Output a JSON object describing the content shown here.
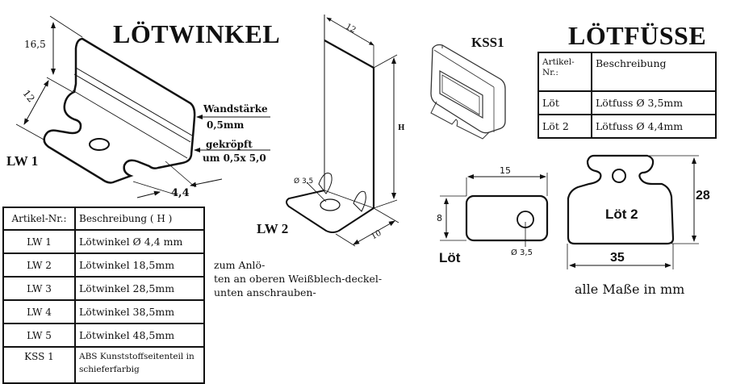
{
  "lotwinkel": {
    "title": "LÖTWINKEL",
    "lw1": {
      "label": "LW 1",
      "dim_height": "16,5",
      "dim_depth": "12",
      "dim_slot": "4,4",
      "wall_label": "Wandstärke",
      "wall_value": "0,5mm",
      "offset_label": "gekröpft",
      "offset_value": "um 0,5x 5,0"
    },
    "lw2": {
      "label": "LW 2",
      "dim_width": "12",
      "dim_height": "H",
      "dim_hole": "Ø 3,5",
      "dim_base": "10"
    },
    "table": {
      "headers": [
        "Artikel-Nr.:",
        "Beschreibung ( H )"
      ],
      "rows": [
        [
          "LW 1",
          "Lötwinkel Ø 4,4 mm"
        ],
        [
          "LW 2",
          "Lötwinkel 18,5mm"
        ],
        [
          "LW 3",
          "Lötwinkel 28,5mm"
        ],
        [
          "LW 4",
          "Lötwinkel 38,5mm"
        ],
        [
          "LW 5",
          "Lötwinkel 48,5mm"
        ],
        [
          "KSS 1",
          "ABS Kunststoffseitenteil in schieferfarbig"
        ]
      ]
    },
    "note_lines": [
      "zum Anlö-",
      "ten an oberen Weißblech-deckel-",
      "unten anschrauben-"
    ]
  },
  "kss1": {
    "label": "KSS1"
  },
  "lotfuesse": {
    "title": "LÖTFÜSSE",
    "table": {
      "headers": [
        "Artikel-Nr.:",
        "Beschreibung"
      ],
      "rows": [
        [
          "Löt",
          "Lötfuss Ø 3,5mm"
        ],
        [
          "Löt 2",
          "Lötfuss Ø 4,4mm"
        ]
      ]
    },
    "lot": {
      "label": "Löt",
      "dim_width": "15",
      "dim_height": "8",
      "dim_hole": "Ø 3,5"
    },
    "lot2": {
      "label": "Löt 2",
      "dim_height": "28",
      "dim_width": "35"
    },
    "units_note": "alle Maße in mm"
  }
}
